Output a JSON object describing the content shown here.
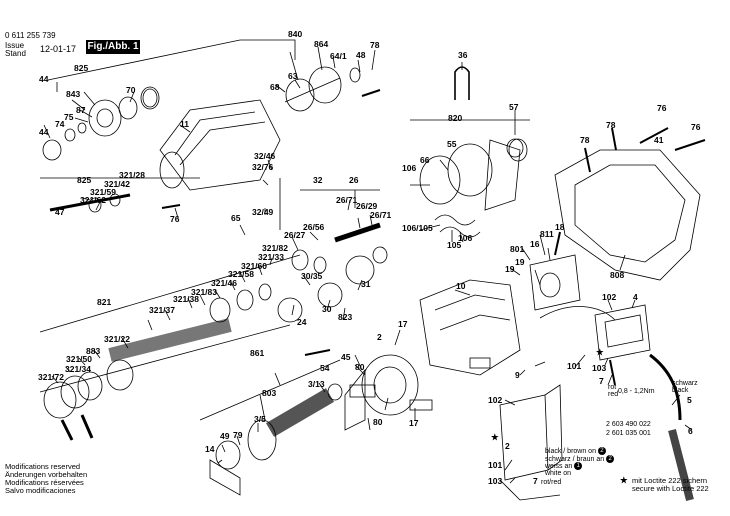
{
  "header": {
    "part_number": "0 611 255 739",
    "issue_label": "Issue",
    "stand_label": "Stand",
    "issue_date": "12-01-17",
    "fig_label": "Fig./Abb. 1"
  },
  "footer": {
    "modifications": [
      "Modifications reserved",
      "Änderungen vorbehalten",
      "Modifications réservées",
      "Salvo modificaciones"
    ],
    "loctite": [
      "mit Loctite 222 sichern",
      "secure with Loctite 222"
    ]
  },
  "wire_notes": {
    "black_brown": "black / brown on",
    "schwarz_braun": "schwarz / braun an",
    "weiss": "weiss an",
    "white": "white on",
    "red": "rot/red",
    "rot": "rot",
    "red2": "red",
    "schwarz": "schwarz",
    "black": "black",
    "torque": "0,8 - 1,2Nm",
    "pn1": "2 603 490 022",
    "pn2": "2 601 035 001"
  },
  "circle_marks": {
    "two": "2",
    "one": "1"
  },
  "labels": [
    "840",
    "864",
    "48",
    "78",
    "825",
    "64/1",
    "44",
    "63",
    "843",
    "70",
    "68",
    "87",
    "75",
    "74",
    "44",
    "11",
    "36",
    "57",
    "820",
    "76",
    "78",
    "78",
    "76",
    "41",
    "66",
    "55",
    "106",
    "32/46",
    "32/76",
    "32",
    "32/49",
    "65",
    "76",
    "825",
    "321/28",
    "321/42",
    "321/59",
    "321/62",
    "47",
    "26",
    "26/71",
    "26/29",
    "26/71",
    "26/56",
    "26/27",
    "106/105",
    "105",
    "106",
    "811",
    "18",
    "16",
    "801",
    "19",
    "19",
    "808",
    "321/82",
    "321/33",
    "321/60",
    "321/58",
    "321/46",
    "321/83",
    "321/38",
    "321/37",
    "321/22",
    "821",
    "883",
    "321/50",
    "321/34",
    "321/72",
    "30/35",
    "24",
    "30",
    "823",
    "31",
    "10",
    "102",
    "4",
    "17",
    "2",
    "45",
    "80",
    "9",
    "101",
    "103",
    "7",
    "5",
    "6",
    "861",
    "54",
    "3/13",
    "803",
    "3/5",
    "49",
    "14",
    "79",
    "80",
    "17",
    "102",
    "101",
    "103",
    "2",
    "7"
  ],
  "stars": [
    "★",
    "★",
    "★"
  ]
}
